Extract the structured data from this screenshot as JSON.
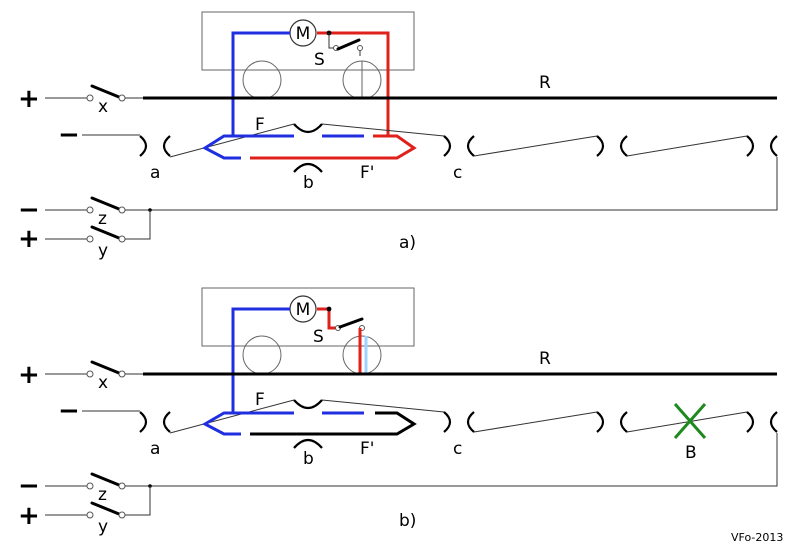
{
  "colors": {
    "blue_wire": "#1f2fe0",
    "red_wire": "#e0201a",
    "defect_marker": "#1e8a1e",
    "rail": "#000000"
  },
  "labels": {
    "motor": "M",
    "relay_switch": "S",
    "rail": "R",
    "front_pickup": "F",
    "rear_pickup": "F'",
    "isolator_a": "a",
    "isolator_b": "b",
    "isolator_c": "c",
    "switch_x": "x",
    "switch_y": "y",
    "switch_z": "z",
    "defect": "B",
    "plus": "+",
    "minus": "−"
  },
  "panels": [
    {
      "caption": "a)"
    },
    {
      "caption": "b)"
    }
  ],
  "credit": "VFo-2013"
}
